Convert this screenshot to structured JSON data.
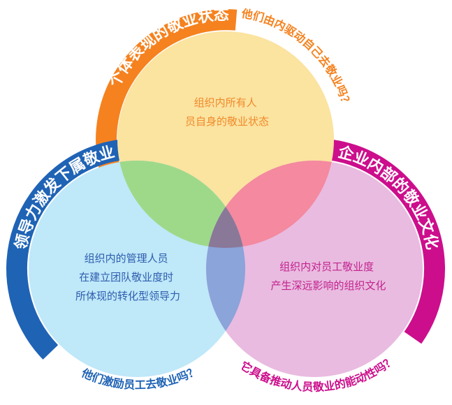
{
  "colors": {
    "top_circle": "#FBE3A0",
    "left_circle": "#BFE8F9",
    "right_circle": "#E9BBE0",
    "top_left_overlap": "#9ED98A",
    "top_right_overlap": "#F4899F",
    "left_right_overlap": "#8BA4DA",
    "center_overlap": "#8A7898",
    "orange": "#F5821F",
    "blue": "#1F63B5",
    "magenta": "#CC0E8C"
  },
  "top": {
    "band_label": "个体表现的敬业状态",
    "question": "他们由内驱动自己去敬业吗？",
    "lines": [
      "组织内所有人",
      "员自身的敬业状态"
    ]
  },
  "left": {
    "band_label": "领导力激发下属敬业",
    "question": "他们激励员工去敬业吗？",
    "lines": [
      "组织内的管理人员",
      "在建立团队敬业度时",
      "所体现的转化型领导力"
    ]
  },
  "right": {
    "band_label": "企业内部的敬业文化",
    "question": "它具备推动人员敬业的能动性吗？",
    "lines": [
      "组织内对员工敬业度",
      "产生深远影响的组织文化"
    ]
  }
}
